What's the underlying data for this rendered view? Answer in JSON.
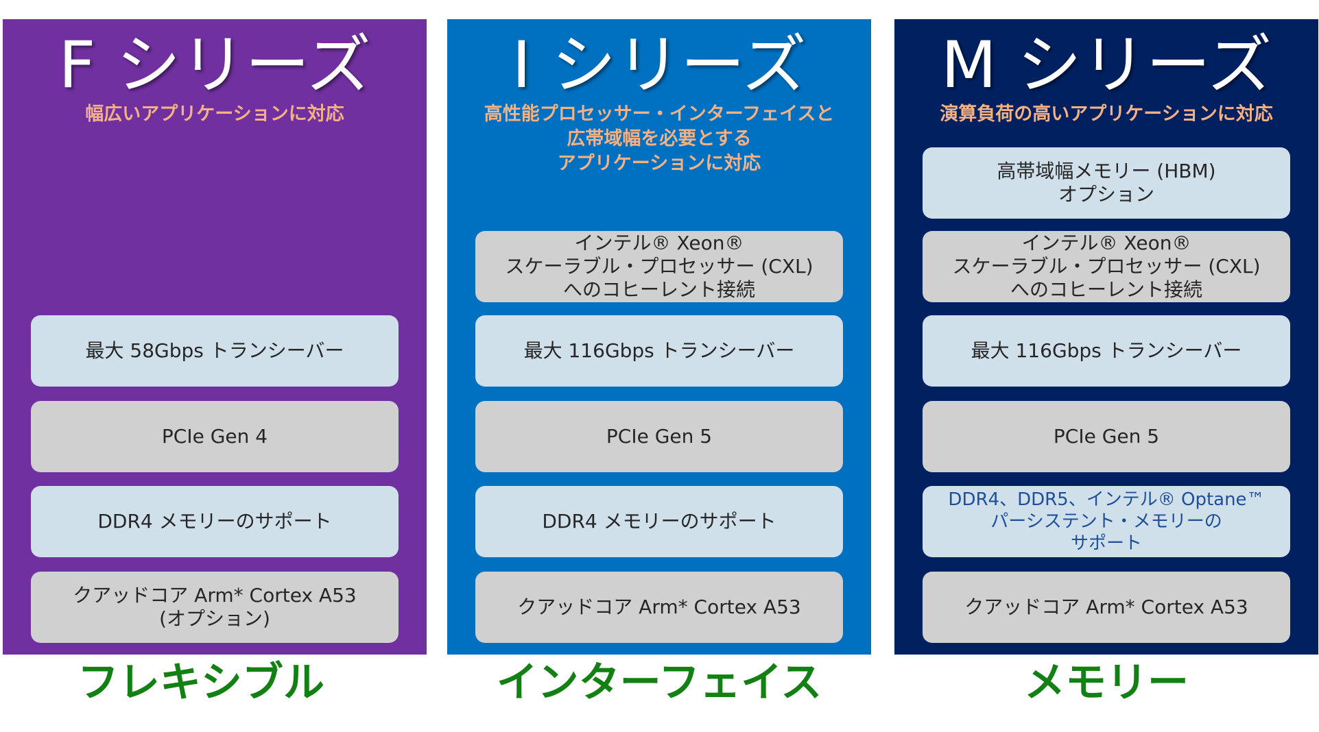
{
  "columns": [
    {
      "title": "F シリーズ",
      "subtitle": "幅広いアプリケーションに対応",
      "features": [
        "最大 58Gbps トランシーバー",
        "PCIe Gen 4",
        "DDR4 メモリーのサポート",
        "クアッドコア Arm* Cortex A53\n(オプション)"
      ],
      "label": "フレキシブル"
    },
    {
      "title": "I シリーズ",
      "subtitle": "高性能プロセッサー・インターフェイスと\n広帯域幅を必要とする\nアプリケーションに対応",
      "features": [
        "インテル® Xeon®\nスケーラブル・プロセッサー (CXL)\nへのコヒーレント接続",
        "最大 116Gbps トランシーバー",
        "PCIe Gen 5",
        "DDR4 メモリーのサポート",
        "クアッドコア Arm* Cortex A53"
      ],
      "label": "インターフェイス"
    },
    {
      "title": "M シリーズ",
      "subtitle": "演算負荷の高いアプリケーションに対応",
      "features": [
        "高帯域幅メモリー (HBM)\nオプション",
        "インテル® Xeon®\nスケーラブル・プロセッサー (CXL)\nへのコヒーレント接続",
        "最大 116Gbps トランシーバー",
        "PCIe Gen 5",
        "DDR4、DDR5、インテル® Optane™\nパーシステント・メモリーの\nサポート",
        "クアッドコア Arm* Cortex A53"
      ],
      "label": "メモリー"
    }
  ],
  "colors": {
    "f_series_bg": "#7030a0",
    "i_series_bg": "#0070c0",
    "m_series_bg": "#002060",
    "subtitle_text": "#f4b183",
    "feature_blue": "#d0e0eb",
    "feature_gray": "#d0d0d0",
    "label_green": "#128012"
  }
}
